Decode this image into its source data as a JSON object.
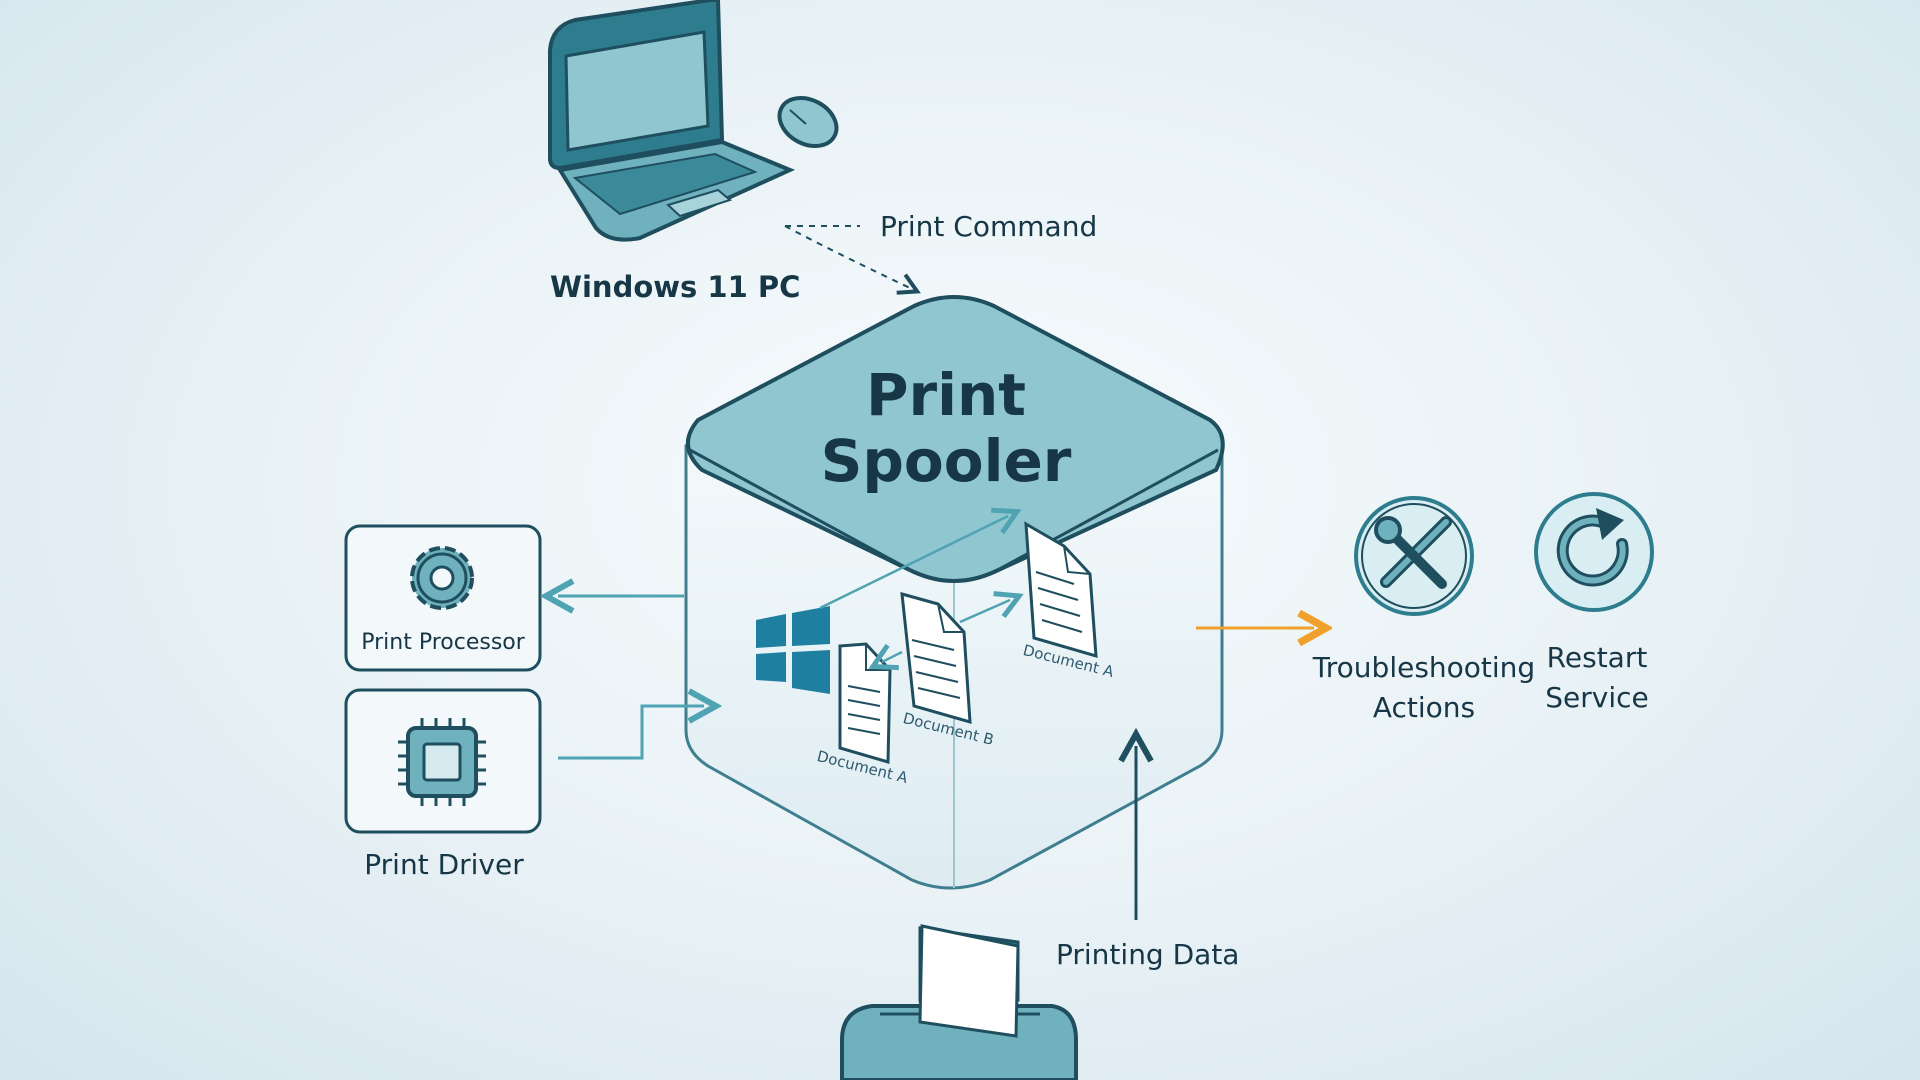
{
  "labels": {
    "windows_pc": "Windows 11 PC",
    "print_command": "Print Command",
    "title_line1": "Print",
    "title_line2": "Spooler",
    "print_processor": "Print Processor",
    "print_driver": "Print Driver",
    "doc_a_front": "Document A",
    "doc_b": "Document B",
    "doc_a_back": "Document A",
    "troubleshooting_line1": "Troubleshooting",
    "troubleshooting_line2": "Actions",
    "restart_line1": "Restart",
    "restart_line2": "Service",
    "printing_data": "Printing Data"
  },
  "icons": {
    "laptop": "laptop-icon",
    "mouse": "mouse-icon",
    "gear": "gear-icon",
    "chip": "chip-icon",
    "windows": "windows-logo-icon",
    "tools": "tools-icon",
    "restart": "restart-icon",
    "printer": "printer-icon",
    "document": "document-icon"
  },
  "colors": {
    "primary": "#2e7d8e",
    "outline": "#1f4f5f",
    "teal_fill": "#8fc6cf",
    "orange_arrow": "#f0a12b",
    "text": "#173747"
  }
}
